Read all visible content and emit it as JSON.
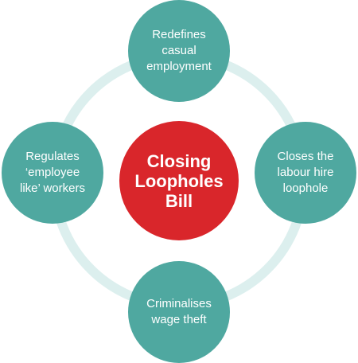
{
  "center": {
    "label": "Closing\nLoopholes\nBill",
    "color": "#d9262b"
  },
  "nodes": {
    "top": "Redefines\ncasual\nemployment",
    "right": "Closes the\nlabour hire\nloophole",
    "bottom": "Criminalises\nwage theft",
    "left": "Regulates\n‘employee\nlike’ workers"
  },
  "colors": {
    "node": "#4fa8a0",
    "ring": "#dcefee"
  }
}
